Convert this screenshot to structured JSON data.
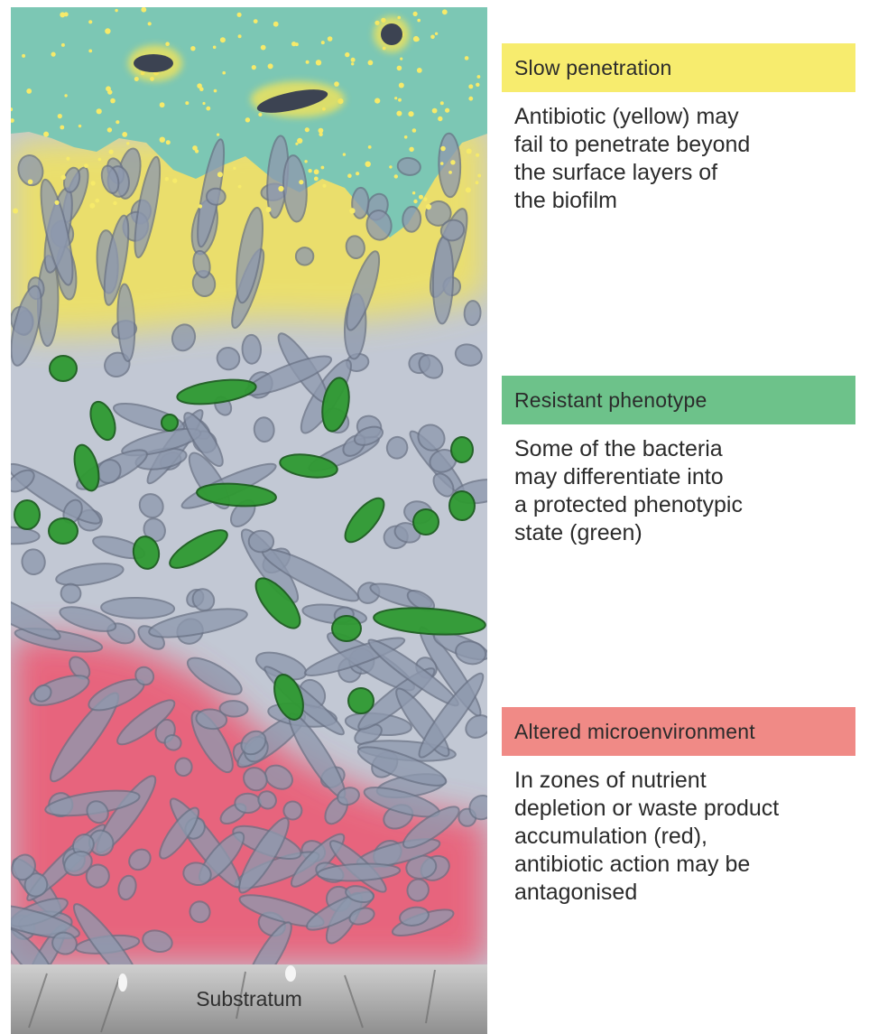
{
  "legend": {
    "slow": {
      "title": "Slow penetration",
      "text": "Antibiotic (yellow) may\nfail to penetrate beyond\nthe surface layers of\nthe biofilm",
      "color": "#f7ec6e"
    },
    "resistant": {
      "title": "Resistant phenotype",
      "text": "Some of the bacteria\nmay differentiate into\na protected phenotypic\nstate (green)",
      "color": "#6dc28a"
    },
    "altered": {
      "title": "Altered microenvironment",
      "text": "In zones of nutrient\ndepletion or waste product\naccumulation (red),\nantibiotic action may be\nantagonised",
      "color": "#f08a86"
    }
  },
  "substratum": {
    "label": "Substratum"
  },
  "colors": {
    "fluid": "#7cc7b4",
    "antibiotic": "#f2e35a",
    "matrix": "#c2c8d4",
    "cell": "#8e99ae",
    "protected_cell": "#2f9a32",
    "depleted_zone": "#f0506a",
    "substrate": "#a8a8a8"
  }
}
